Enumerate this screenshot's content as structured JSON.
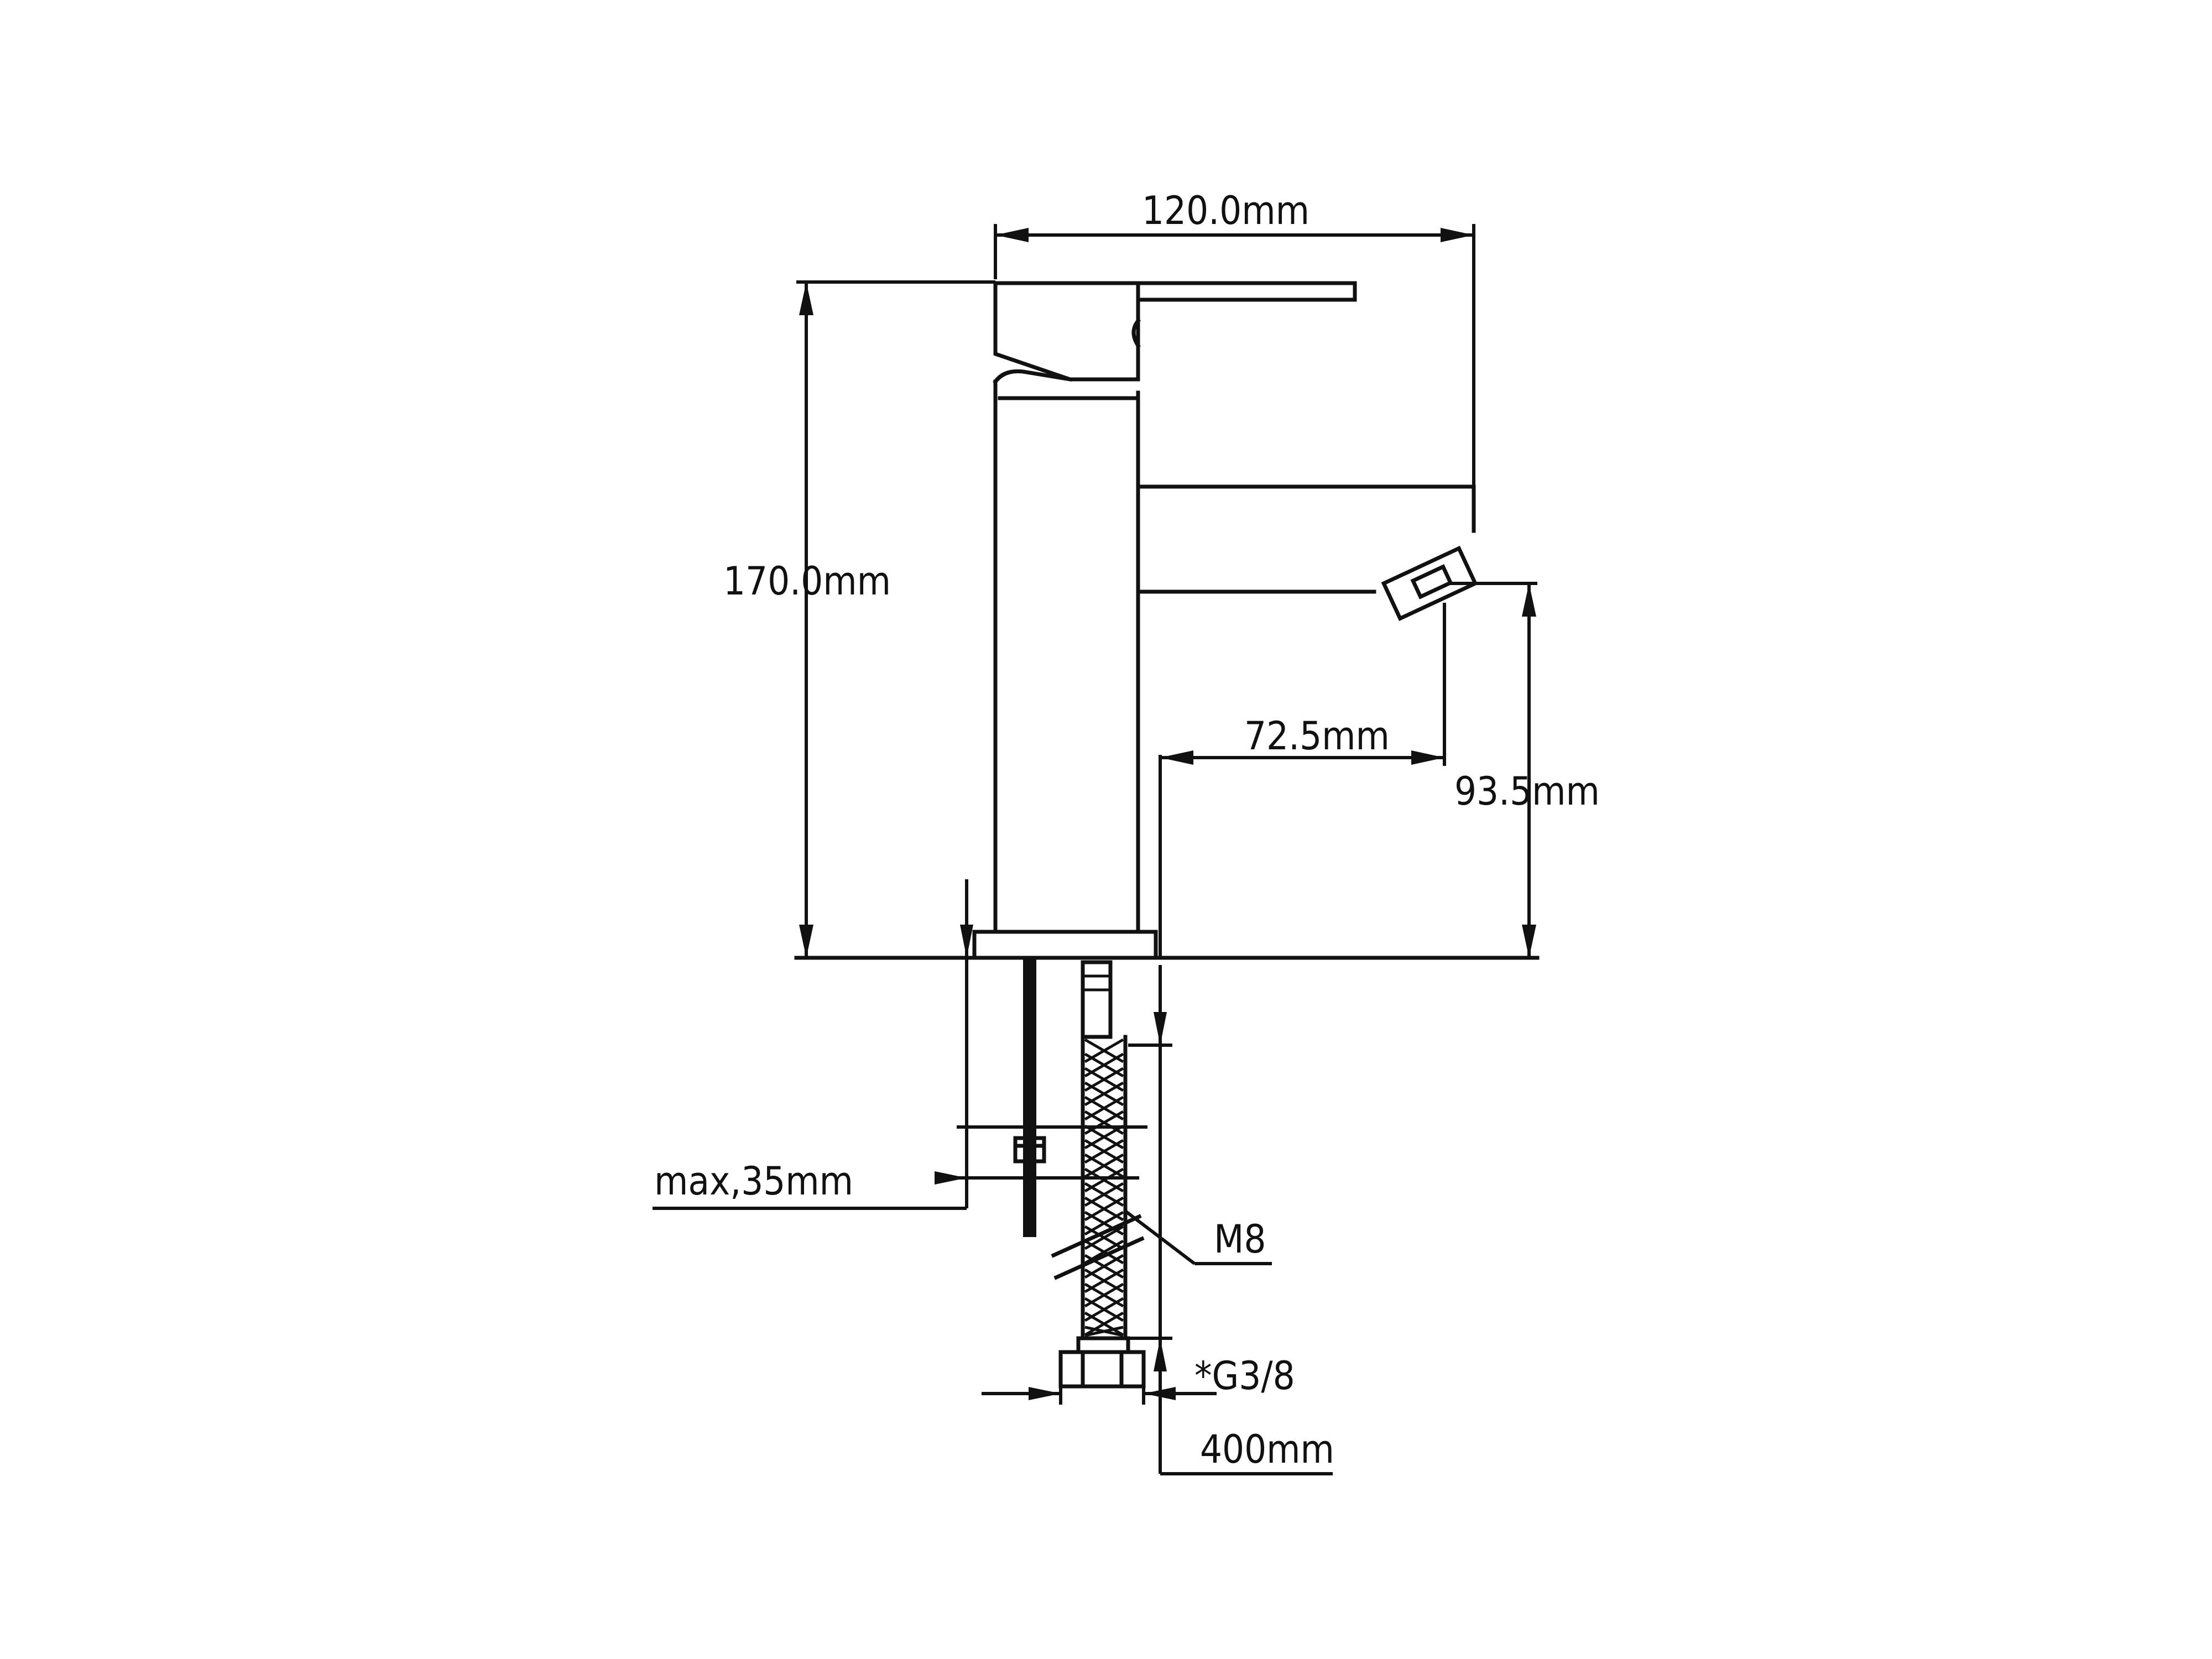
{
  "dimensions": {
    "width_top": "120.0mm",
    "height_total": "170.0mm",
    "spout_reach": "72.5mm",
    "spout_height": "93.5mm",
    "counter_max": "max,35mm",
    "stud_thread": "M8",
    "hose_connection": "*G3/8",
    "hose_length": "400mm"
  },
  "colors": {
    "line": "#111111",
    "background": "#ffffff"
  }
}
